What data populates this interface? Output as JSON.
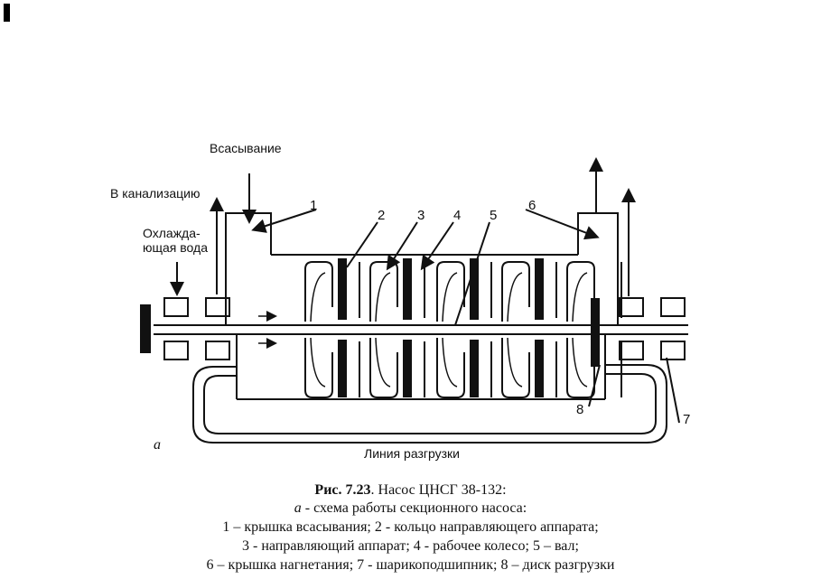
{
  "labels": {
    "suction": "Всасывание",
    "to_sewer": "В канализацию",
    "cooling_water_1": "Охлажда-",
    "cooling_water_2": "ющая вода",
    "unload_line": "Линия разгрузки",
    "subfig": "а"
  },
  "numbers": [
    "1",
    "2",
    "3",
    "4",
    "5",
    "6",
    "7",
    "8"
  ],
  "caption": {
    "fig_label": "Рис. 7.23",
    "title_rest": ". Насос ЦНСГ 38-132:",
    "line2_letter": "а",
    "line2_rest": " - схема работы секционного насоса:",
    "line3": "1 – крышка всасывания; 2 - кольцо направляющего аппарата;",
    "line4": "3 - направляющий аппарат; 4 - рабочее колесо; 5 – вал;",
    "line5": "6 – крышка нагнетания; 7 - шарикоподшипник; 8 – диск разгрузки"
  }
}
